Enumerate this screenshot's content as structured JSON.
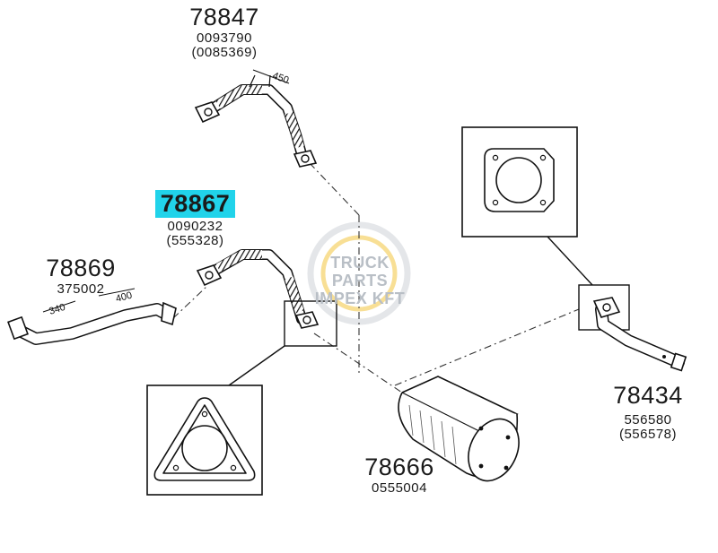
{
  "parts": [
    {
      "id": "p78847",
      "number": "78847",
      "ref1": "0093790",
      "ref2": "(0085369)",
      "highlighted": false
    },
    {
      "id": "p78867",
      "number": "78867",
      "ref1": "0090232",
      "ref2": "(555328)",
      "highlighted": true
    },
    {
      "id": "p78869",
      "number": "78869",
      "ref1": "375002",
      "ref2": "",
      "highlighted": false
    },
    {
      "id": "p78434",
      "number": "78434",
      "ref1": "556580",
      "ref2": "(556578)",
      "highlighted": false
    },
    {
      "id": "p78666",
      "number": "78666",
      "ref1": "0555004",
      "ref2": "",
      "highlighted": false
    }
  ],
  "dimensions": {
    "d450": "450",
    "d340": "340",
    "d400": "400"
  },
  "watermark": {
    "line1": "TRUCK PARTS",
    "line2": "IMPEX KFT"
  },
  "colors": {
    "highlight": "#21d3ea",
    "line": "#1a1a1a",
    "watermark": "#b9bfc6"
  }
}
